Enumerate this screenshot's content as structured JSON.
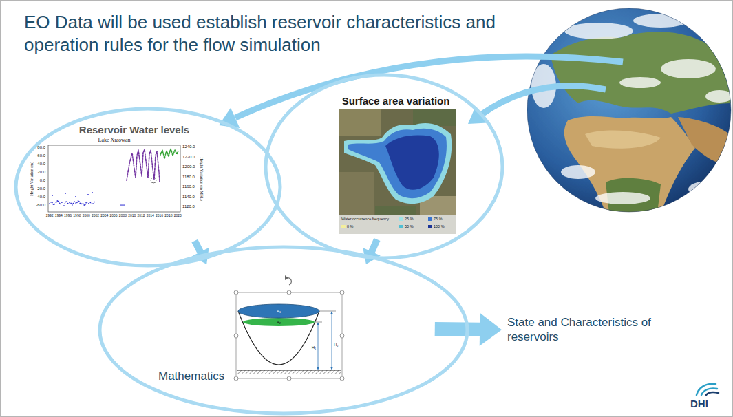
{
  "diagram": {
    "title": "EO Data will be used establish reservoir characteristics and operation rules for the flow simulation",
    "nodes": [
      {
        "text": [
          "Reservoir Water levels"
        ]
      },
      {
        "text": [
          "Surface area variation"
        ]
      },
      {
        "text": [
          "Mathematics"
        ]
      },
      {
        "text": [
          "State and Characteristics of reservoirs"
        ]
      }
    ],
    "edges": [
      {
        "from": 0,
        "to": 2,
        "arrow": "to"
      },
      {
        "from": 1,
        "to": 2,
        "arrow": "to"
      },
      {
        "from": 2,
        "to": 3,
        "arrow": "to"
      }
    ],
    "labels": [
      "Lake Xiaowan",
      "Height Variation (m)",
      "80.0",
      "60.0",
      "40.0",
      "20.0",
      "0.0",
      "-20.0",
      "-40.0",
      "-60.0",
      "1240.0",
      "1220.0",
      "1200.0",
      "1180.0",
      "1160.0",
      "1140.0",
      "1120.0",
      "Height Variation (m MSL)",
      "1992",
      "1994",
      "1996",
      "1998",
      "2000",
      "2002",
      "2004",
      "2006",
      "2008",
      "2010",
      "2012",
      "2014",
      "2016",
      "2018",
      "2020",
      "Water occurrence frequency",
      "A₁",
      "A₂",
      "H₁",
      "H₂",
      "DHI"
    ],
    "legend": [
      {
        "text": "0 %",
        "color": "#f3ee9c"
      },
      {
        "text": "25 %",
        "color": "#9fe3e6"
      },
      {
        "text": "50 %",
        "color": "#4fbfd3"
      },
      {
        "text": "75 %",
        "color": "#3a74cf"
      },
      {
        "text": "100 %",
        "color": "#1c3596"
      }
    ]
  }
}
